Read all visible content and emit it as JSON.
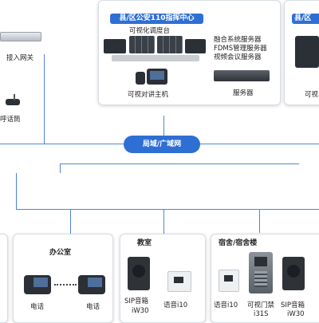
{
  "colors": {
    "accent": "#2e6fd4",
    "line": "#4e86d8"
  },
  "top_left": {
    "gateway_label": "接入网关",
    "mic_label": "呼话筒"
  },
  "center_group": {
    "title": "县/区公安110指挥中心",
    "console_label": "可视化调度台",
    "host_label": "可视对讲主机",
    "server_list": [
      "融合系统服务器",
      "FDMS管理服务器",
      "视频会议服务器"
    ],
    "server_label": "服务器"
  },
  "right_group": {
    "title": "县/区",
    "host_label": "可视"
  },
  "network": {
    "label": "局域/广域网"
  },
  "office": {
    "title": "办公室",
    "phone1": "电话",
    "phone2": "电话"
  },
  "classroom": {
    "title": "教室",
    "speaker_label": "SIP音箱",
    "speaker_model": "iW30",
    "audio_label": "语音i10"
  },
  "dorm": {
    "title": "宿舍/宿舍楼",
    "audio_label": "语音i10",
    "door_label": "可视门禁",
    "door_model": "i31S",
    "speaker_label": "SIP音箱",
    "speaker_model": "iW30"
  }
}
